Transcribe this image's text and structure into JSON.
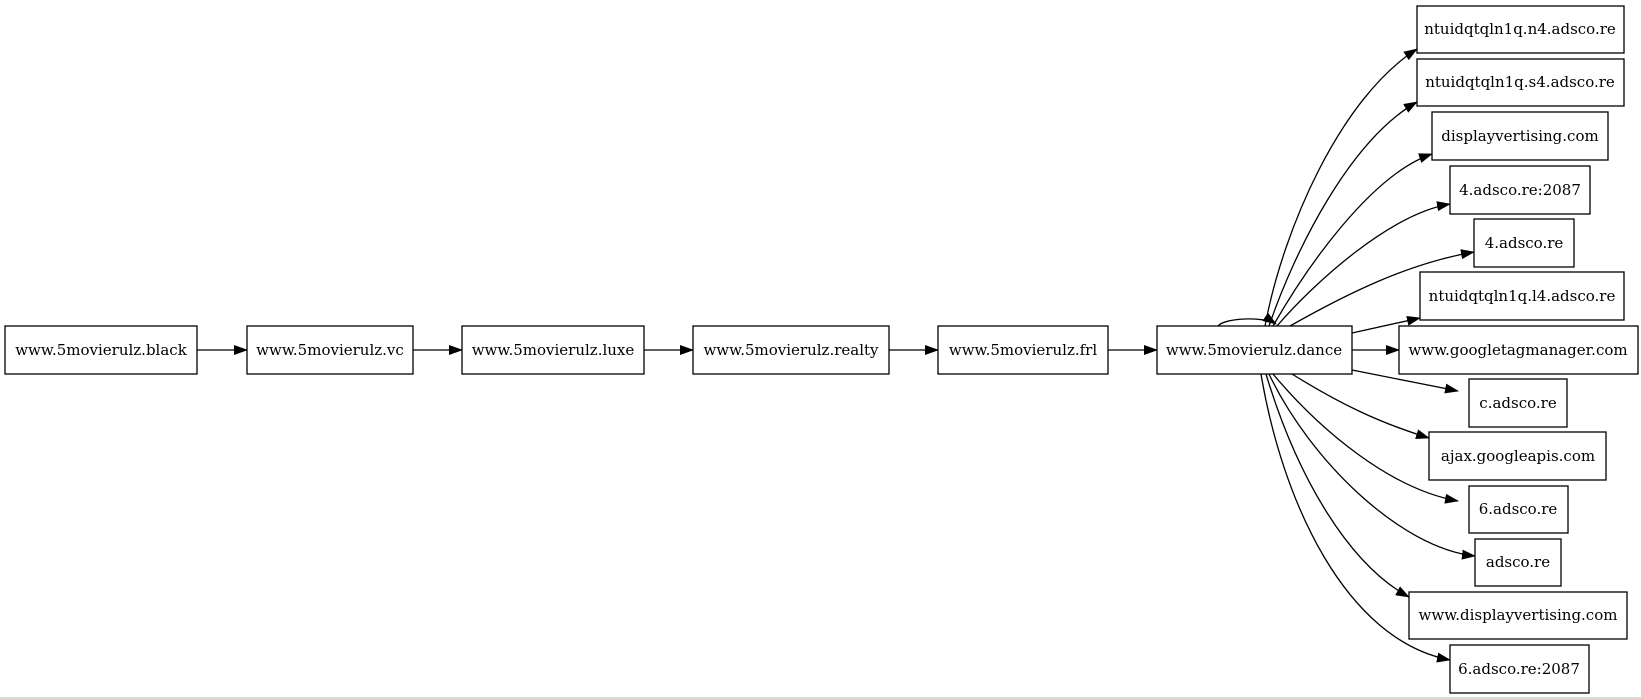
{
  "diagram": {
    "nodes": [
      {
        "id": "n_black",
        "label": "www.5movierulz.black"
      },
      {
        "id": "n_vc",
        "label": "www.5movierulz.vc"
      },
      {
        "id": "n_luxe",
        "label": "www.5movierulz.luxe"
      },
      {
        "id": "n_realty",
        "label": "www.5movierulz.realty"
      },
      {
        "id": "n_frl",
        "label": "www.5movierulz.frl"
      },
      {
        "id": "n_dance",
        "label": "www.5movierulz.dance"
      },
      {
        "id": "n_n4",
        "label": "ntuidqtqln1q.n4.adsco.re"
      },
      {
        "id": "n_s4",
        "label": "ntuidqtqln1q.s4.adsco.re"
      },
      {
        "id": "n_dispv",
        "label": "displayvertising.com"
      },
      {
        "id": "n_4ads2087",
        "label": "4.adsco.re:2087"
      },
      {
        "id": "n_4ads",
        "label": "4.adsco.re"
      },
      {
        "id": "n_l4",
        "label": "ntuidqtqln1q.l4.adsco.re"
      },
      {
        "id": "n_gtm",
        "label": "www.googletagmanager.com"
      },
      {
        "id": "n_cads",
        "label": "c.adsco.re"
      },
      {
        "id": "n_ajax",
        "label": "ajax.googleapis.com"
      },
      {
        "id": "n_6ads",
        "label": "6.adsco.re"
      },
      {
        "id": "n_ads",
        "label": "adsco.re"
      },
      {
        "id": "n_wdispv",
        "label": "www.displayvertising.com"
      },
      {
        "id": "n_6ads2087",
        "label": "6.adsco.re:2087"
      }
    ],
    "edges": [
      {
        "id": "e_black_vc",
        "from": "n_black",
        "to": "n_vc"
      },
      {
        "id": "e_vc_luxe",
        "from": "n_vc",
        "to": "n_luxe"
      },
      {
        "id": "e_luxe_realty",
        "from": "n_luxe",
        "to": "n_realty"
      },
      {
        "id": "e_realty_frl",
        "from": "n_realty",
        "to": "n_frl"
      },
      {
        "id": "e_frl_dance",
        "from": "n_frl",
        "to": "n_dance"
      },
      {
        "id": "e_dance_self",
        "from": "n_dance",
        "to": "n_dance"
      },
      {
        "id": "e_dance_n4",
        "from": "n_dance",
        "to": "n_n4"
      },
      {
        "id": "e_dance_s4",
        "from": "n_dance",
        "to": "n_s4"
      },
      {
        "id": "e_dance_dispv",
        "from": "n_dance",
        "to": "n_dispv"
      },
      {
        "id": "e_dance_4ads2087",
        "from": "n_dance",
        "to": "n_4ads2087"
      },
      {
        "id": "e_dance_4ads",
        "from": "n_dance",
        "to": "n_4ads"
      },
      {
        "id": "e_dance_l4",
        "from": "n_dance",
        "to": "n_l4"
      },
      {
        "id": "e_dance_gtm",
        "from": "n_dance",
        "to": "n_gtm"
      },
      {
        "id": "e_dance_cads",
        "from": "n_dance",
        "to": "n_cads"
      },
      {
        "id": "e_dance_ajax",
        "from": "n_dance",
        "to": "n_ajax"
      },
      {
        "id": "e_dance_6ads",
        "from": "n_dance",
        "to": "n_6ads"
      },
      {
        "id": "e_dance_ads",
        "from": "n_dance",
        "to": "n_ads"
      },
      {
        "id": "e_dance_wdispv",
        "from": "n_dance",
        "to": "n_wdispv"
      },
      {
        "id": "e_dance_6ads2087",
        "from": "n_dance",
        "to": "n_6ads2087"
      }
    ]
  }
}
